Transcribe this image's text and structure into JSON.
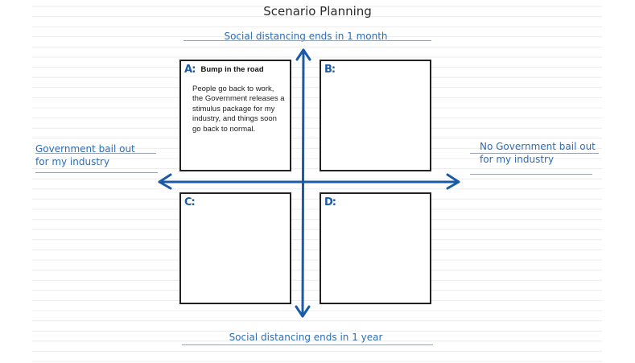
{
  "title": "Scenario Planning",
  "axes": {
    "top": "Social distancing ends in 1 month",
    "bottom": "Social distancing ends in 1 year",
    "left": "Government bail out\nfor my industry",
    "right": "No Government bail out\nfor my industry"
  },
  "quadrants": [
    {
      "letter": "A:",
      "title": "Bump in the road",
      "body": "People go back to work, the Government releases a stimulus package for my industry, and things soon go back to normal."
    },
    {
      "letter": "B:",
      "title": "",
      "body": ""
    },
    {
      "letter": "C:",
      "title": "",
      "body": ""
    },
    {
      "letter": "D:",
      "title": "",
      "body": ""
    }
  ],
  "colors": {
    "arrow": "#1a5aa6",
    "label": "#2e6db4"
  }
}
